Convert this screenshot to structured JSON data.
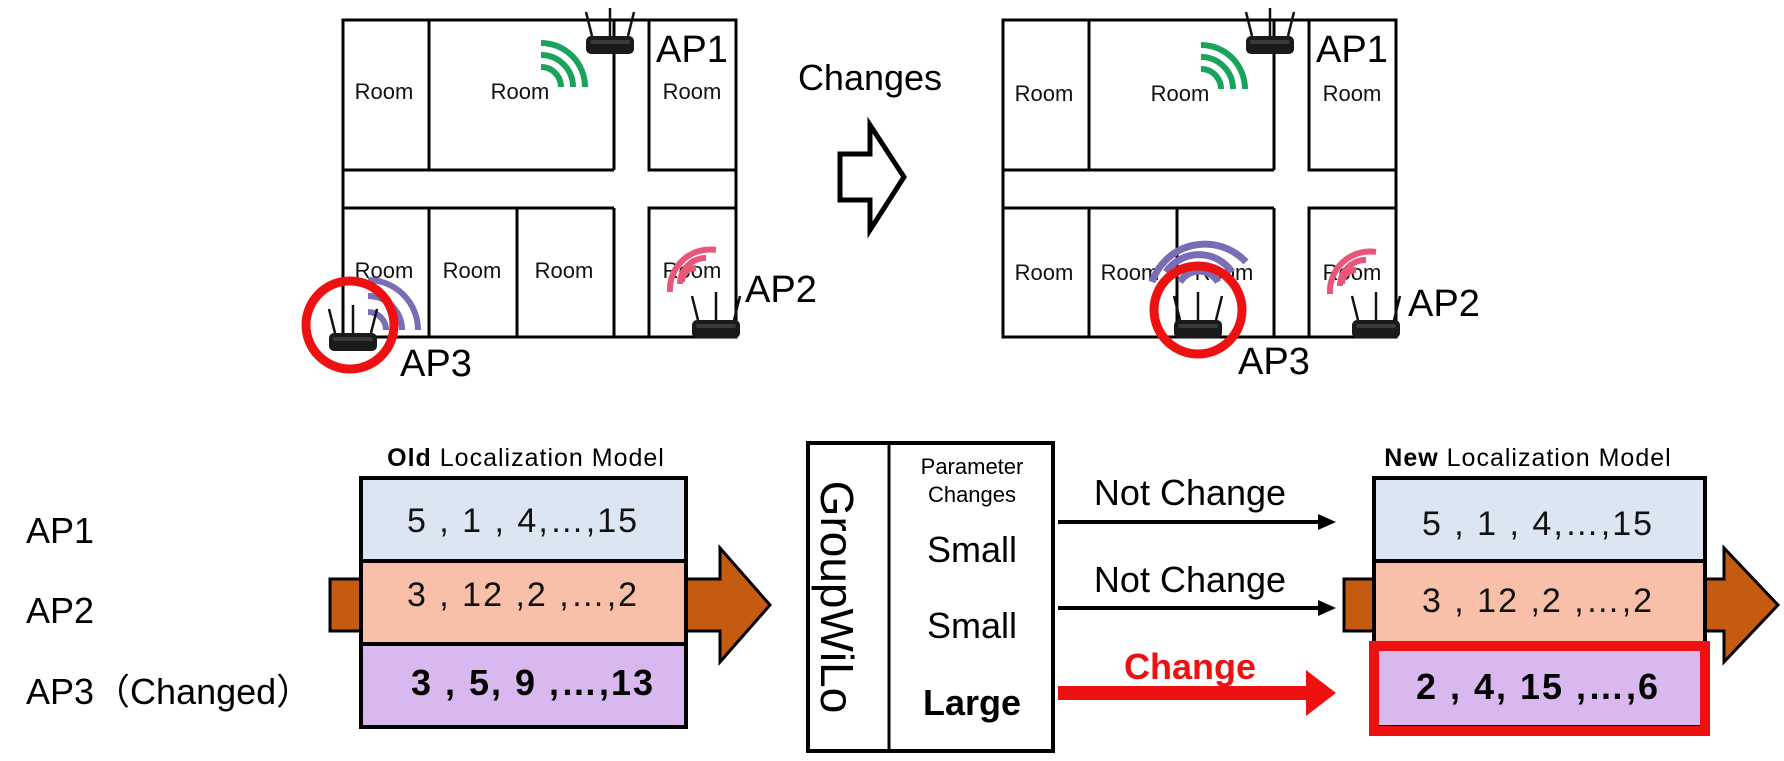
{
  "floorplans": {
    "room_label": "Room",
    "ap1": "AP1",
    "ap2": "AP2",
    "ap3": "AP3",
    "changes": "Changes"
  },
  "old_model": {
    "title_bold": "Old",
    "title_rest": " Localization  Model",
    "rows": [
      "5 , 1 , 4,…,15",
      "3 , 12 ,2 ,…,2",
      "3 , 5, 9 ,…,13"
    ]
  },
  "row_labels": [
    "AP1",
    "AP2",
    "AP3（Changed）"
  ],
  "groupwilo": {
    "title": "GroupWiLo",
    "header_line1": "Parameter",
    "header_line2": "Changes",
    "values": [
      "Small",
      "Small",
      "Large"
    ]
  },
  "arrows": {
    "not_change_1": "Not Change",
    "not_change_2": "Not Change",
    "change": "Change"
  },
  "new_model": {
    "title_bold": "New",
    "title_rest": " Localization  Model",
    "rows": [
      "5 , 1 , 4,…,15",
      "3 , 12 ,2 ,…,2",
      "2 , 4, 15 ,…,6"
    ]
  },
  "colors": {
    "wifi_green": "#1aa35a",
    "wifi_pink": "#e8577a",
    "wifi_purple": "#7a6cb5",
    "row_blue": "#dce6f2",
    "row_orange": "#f8c0a8",
    "row_purple": "#d9b8f0",
    "arrow_brown": "#c55a11",
    "highlight_red": "#ee1111"
  }
}
